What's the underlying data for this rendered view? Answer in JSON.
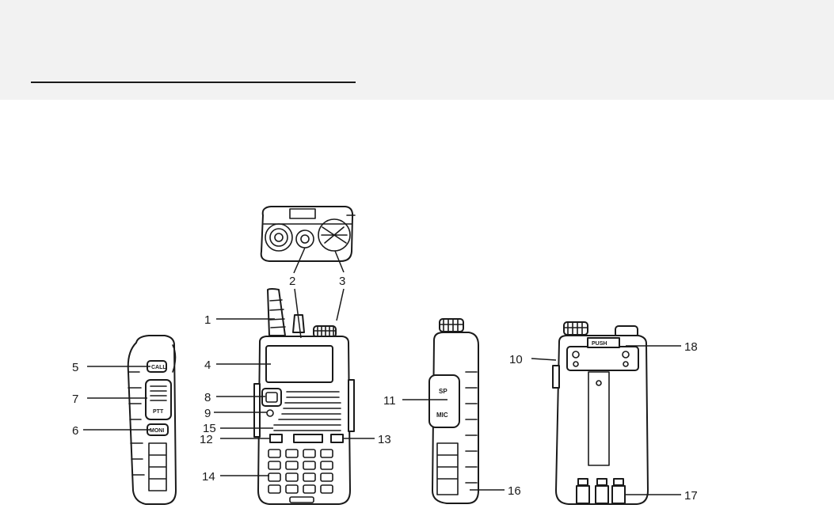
{
  "callouts": [
    "1",
    "2",
    "3",
    "4",
    "5",
    "6",
    "7",
    "8",
    "9",
    "10",
    "11",
    "12",
    "13",
    "14",
    "15",
    "16",
    "17",
    "18"
  ],
  "button_labels": {
    "call": "CALL",
    "ptt": "PTT",
    "monitor": "MONI",
    "speaker": "SP",
    "mic": "MIC",
    "push": "PUSH"
  }
}
